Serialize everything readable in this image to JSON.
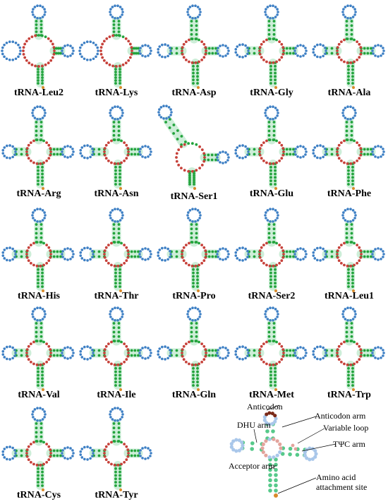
{
  "structures": [
    {
      "name": "tRNA-Leu2",
      "variant": "big"
    },
    {
      "name": "tRNA-Lys",
      "variant": "big"
    },
    {
      "name": "tRNA-Asp",
      "variant": "std"
    },
    {
      "name": "tRNA-Gly",
      "variant": "std"
    },
    {
      "name": "tRNA-Ala",
      "variant": "std"
    },
    {
      "name": "tRNA-Arg",
      "variant": "std"
    },
    {
      "name": "tRNA-Asn",
      "variant": "std"
    },
    {
      "name": "tRNA-Ser1",
      "variant": "ser1"
    },
    {
      "name": "tRNA-Glu",
      "variant": "std"
    },
    {
      "name": "tRNA-Phe",
      "variant": "std"
    },
    {
      "name": "tRNA-His",
      "variant": "std"
    },
    {
      "name": "tRNA-Thr",
      "variant": "std"
    },
    {
      "name": "tRNA-Pro",
      "variant": "std"
    },
    {
      "name": "tRNA-Ser2",
      "variant": "std"
    },
    {
      "name": "tRNA-Leu1",
      "variant": "std"
    },
    {
      "name": "tRNA-Val",
      "variant": "std"
    },
    {
      "name": "tRNA-Ile",
      "variant": "std"
    },
    {
      "name": "tRNA-Gln",
      "variant": "std"
    },
    {
      "name": "tRNA-Met",
      "variant": "std"
    },
    {
      "name": "tRNA-Trp",
      "variant": "std"
    },
    {
      "name": "tRNA-Cys",
      "variant": "std"
    },
    {
      "name": "tRNA-Tyr",
      "variant": "std"
    }
  ],
  "legend": {
    "anticodon": "Anticodon",
    "anticodon_arm": "Anticodon arm",
    "dhu_arm": "DHU arm",
    "variable_loop": "Variable loop",
    "tpsic_arm": "TΨC arm",
    "acceptor_arm": "Acceptor arm",
    "amino_acid_site_line1": "Amino acid",
    "amino_acid_site_line2": "attachment site"
  },
  "colors": {
    "stem": "#22a33c",
    "stem_shadow": "#cdeed8",
    "loop_blue": "#3d7fc4",
    "loop_red": "#c6413a",
    "attachment": "#d98a2b",
    "anticodon": "#7a2a18",
    "legend_stem": "#56c98a",
    "legend_loop": "#a9c7ea",
    "legend_red": "#e3a39c"
  }
}
